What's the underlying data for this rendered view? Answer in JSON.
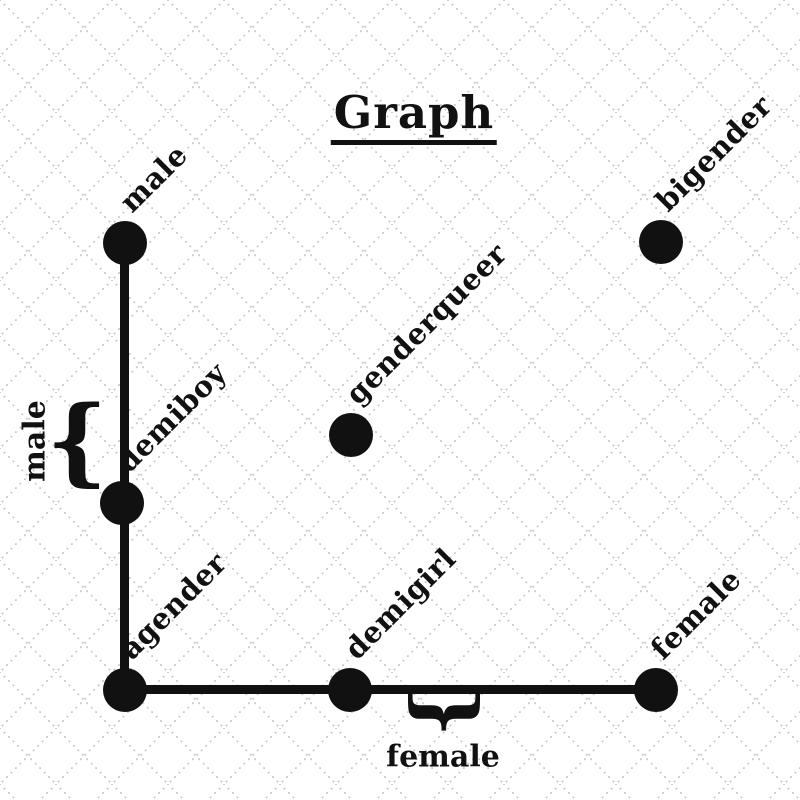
{
  "title": "Graph",
  "nodes": [
    {
      "id": "male",
      "label": "male"
    },
    {
      "id": "bigender",
      "label": "bigender"
    },
    {
      "id": "genderqueer",
      "label": "genderqueer"
    },
    {
      "id": "demiboy",
      "label": "demiboy"
    },
    {
      "id": "agender",
      "label": "agender"
    },
    {
      "id": "demigirl",
      "label": "demigirl"
    },
    {
      "id": "female",
      "label": "female"
    }
  ],
  "graph": {
    "edges": [
      {
        "from": "male",
        "to": "demiboy"
      },
      {
        "from": "demiboy",
        "to": "agender"
      },
      {
        "from": "agender",
        "to": "demigirl"
      },
      {
        "from": "demigirl",
        "to": "female"
      }
    ],
    "isolated_nodes": [
      "genderqueer",
      "bigender"
    ]
  },
  "annotations": {
    "left": {
      "label": "male",
      "brace_glyph": "{"
    },
    "bottom": {
      "label": "female",
      "brace_glyph": "{"
    }
  },
  "colors": {
    "ink": "#111111",
    "background": "#ffffff",
    "pattern_dots": "#c9c9c9"
  }
}
